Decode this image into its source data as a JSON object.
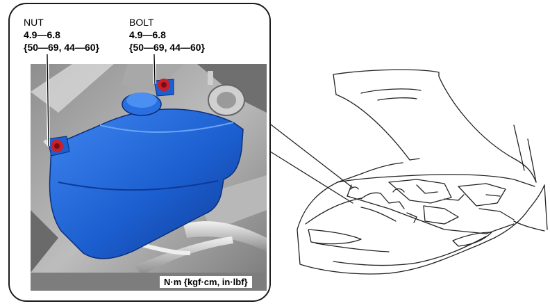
{
  "nut": {
    "name": "NUT",
    "torque_nm": "4.9—6.8",
    "torque_alt": "{50—69, 44—60}"
  },
  "bolt": {
    "name": "BOLT",
    "torque_nm": "4.9—6.8",
    "torque_alt": "{50—69, 44—60}"
  },
  "units": "N·m {kgf·cm, in·lbf}",
  "colors": {
    "reservoir": "#1c5fd0",
    "fastener": "#c8202a",
    "frame": "#1a1a1a"
  }
}
